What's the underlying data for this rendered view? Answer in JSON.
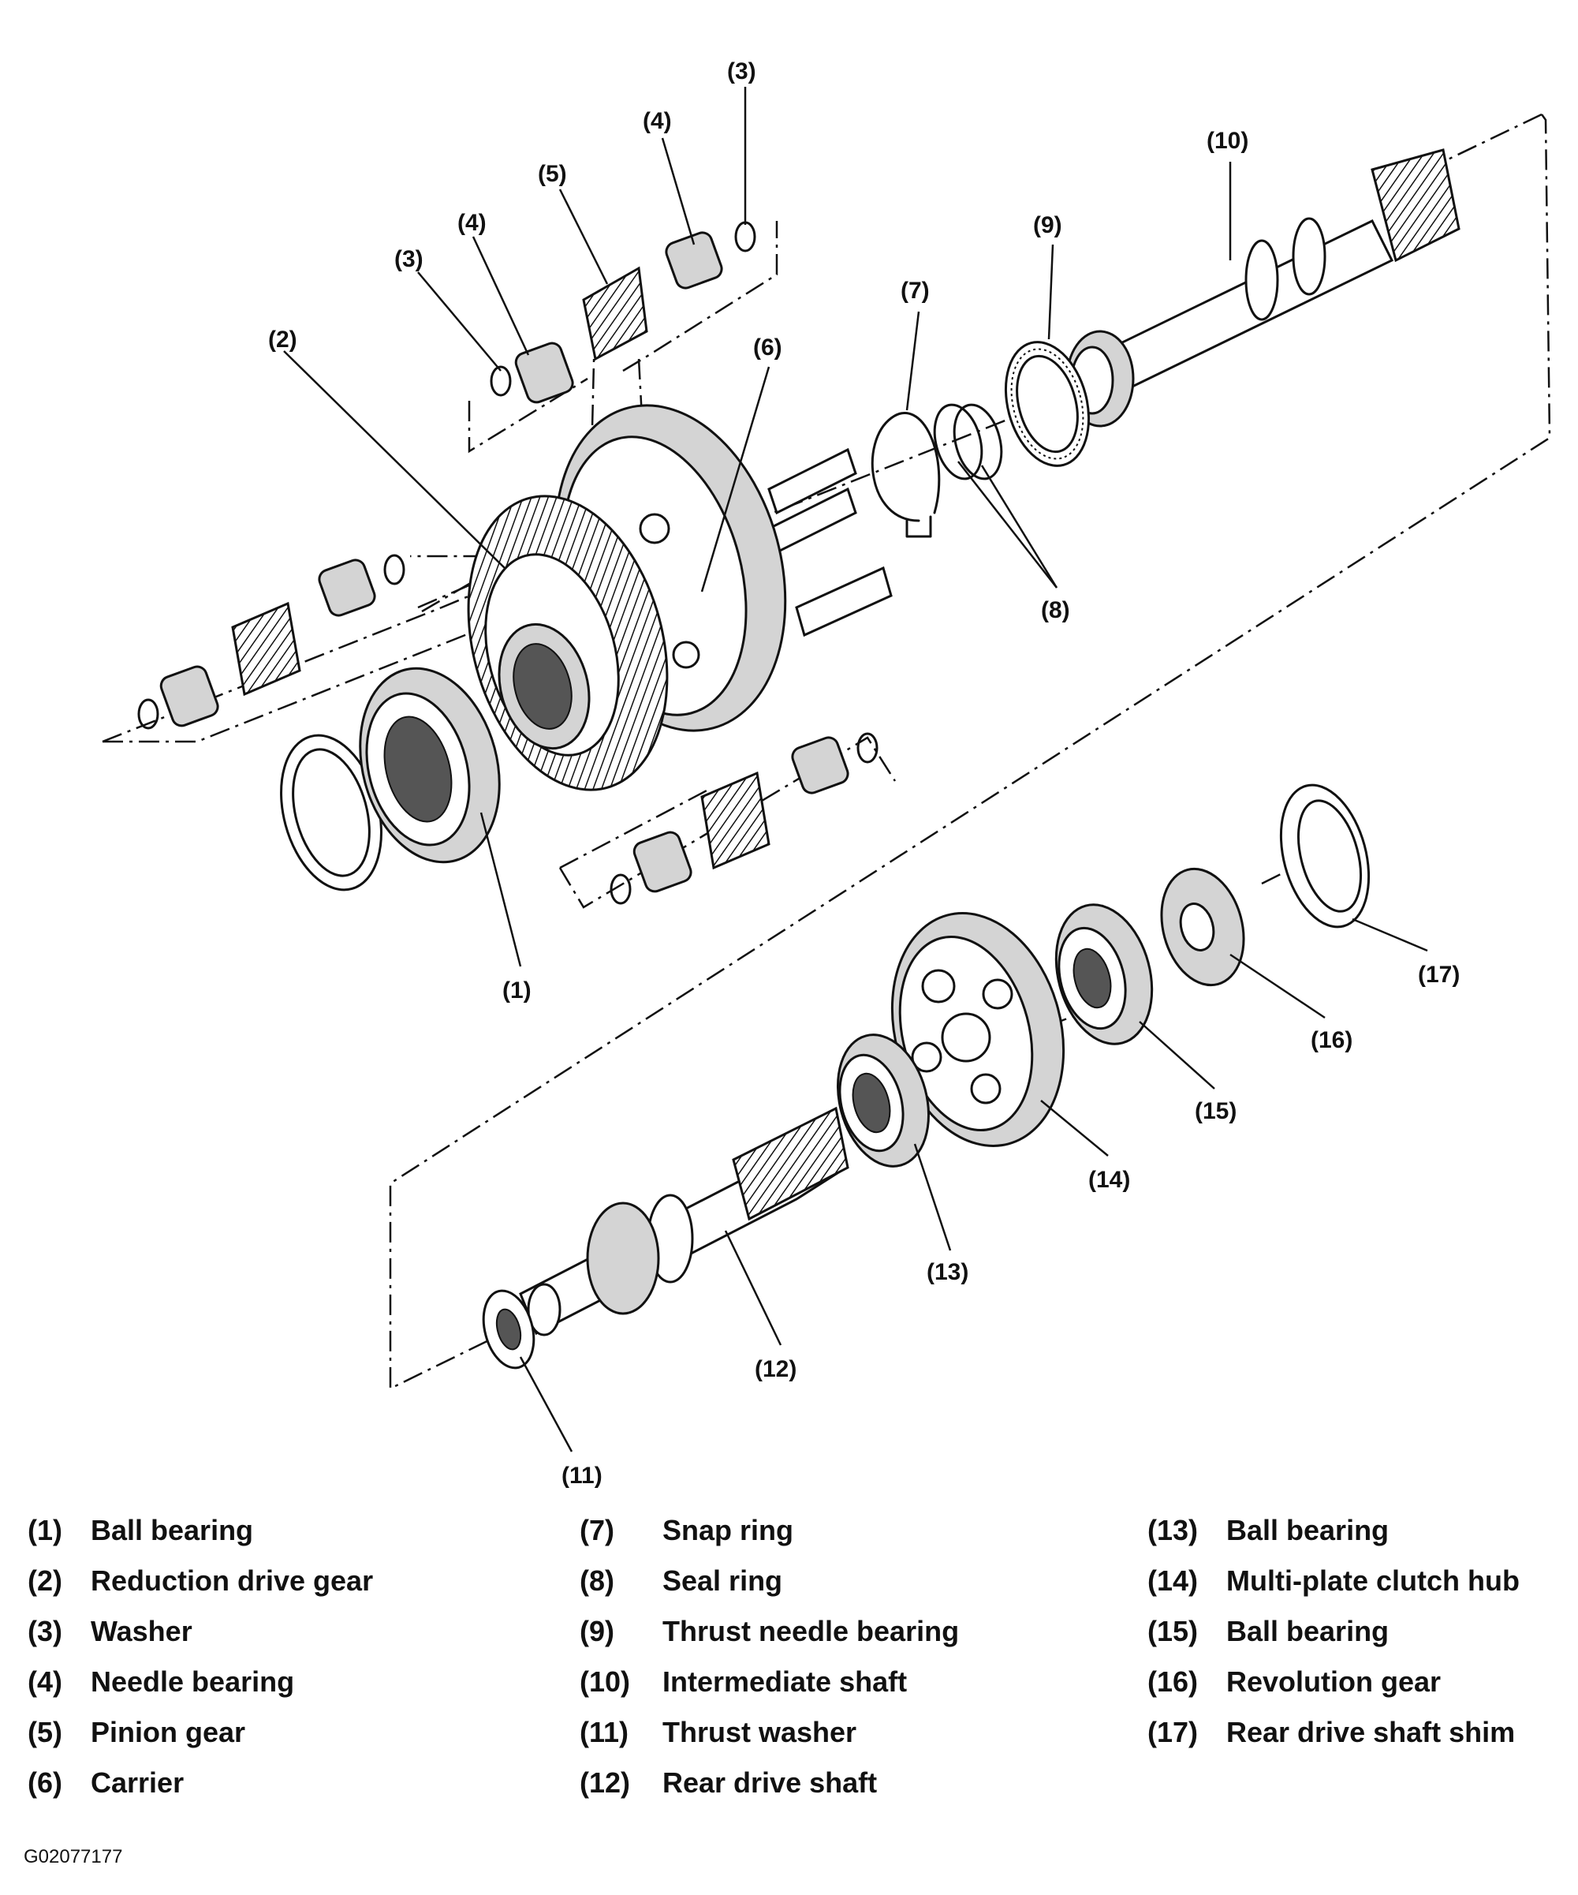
{
  "figure_id": "G02077177",
  "callouts": {
    "c1": "(1)",
    "c2": "(2)",
    "c3a": "(3)",
    "c3b": "(3)",
    "c4a": "(4)",
    "c4b": "(4)",
    "c5": "(5)",
    "c6": "(6)",
    "c7": "(7)",
    "c8": "(8)",
    "c9": "(9)",
    "c10": "(10)",
    "c11": "(11)",
    "c12": "(12)",
    "c13": "(13)",
    "c14": "(14)",
    "c15": "(15)",
    "c16": "(16)",
    "c17": "(17)"
  },
  "legend": [
    [
      {
        "num": "(1)",
        "name": "Ball bearing"
      },
      {
        "num": "(2)",
        "name": "Reduction drive gear"
      },
      {
        "num": "(3)",
        "name": "Washer"
      },
      {
        "num": "(4)",
        "name": "Needle bearing"
      },
      {
        "num": "(5)",
        "name": "Pinion gear"
      },
      {
        "num": "(6)",
        "name": "Carrier"
      }
    ],
    [
      {
        "num": "(7)",
        "name": "Snap ring"
      },
      {
        "num": "(8)",
        "name": "Seal ring"
      },
      {
        "num": "(9)",
        "name": "Thrust needle bearing"
      },
      {
        "num": "(10)",
        "name": "Intermediate shaft"
      },
      {
        "num": "(11)",
        "name": "Thrust washer"
      },
      {
        "num": "(12)",
        "name": "Rear drive shaft"
      }
    ],
    [
      {
        "num": "(13)",
        "name": "Ball bearing"
      },
      {
        "num": "(14)",
        "name": "Multi-plate clutch hub"
      },
      {
        "num": "(15)",
        "name": "Ball bearing"
      },
      {
        "num": "(16)",
        "name": "Revolution gear"
      },
      {
        "num": "(17)",
        "name": "Rear drive shaft shim"
      }
    ]
  ]
}
